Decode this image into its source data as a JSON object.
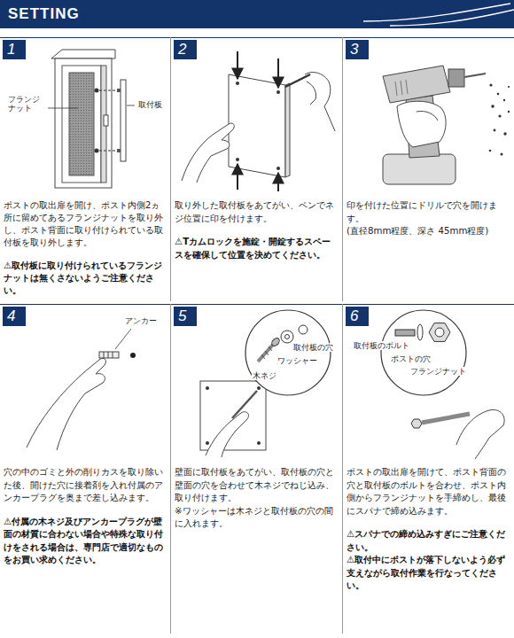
{
  "diagram": {
    "title": "SETTING",
    "nodes": [
      {
        "text": [
          "ポストの取出扉を開け、ポスト内側2ヵ所に留めてあるフランジナットを取り外し、ポスト背面に取り付けられている取付板を取り外します。",
          "⚠取付板に取り付けられているフランジナットは無くさないようご注意ください。"
        ]
      },
      {
        "text": [
          "1"
        ],
        "in": 0
      },
      {
        "text": [
          "取り外した取付板をあてがい、ペンでネジ位置に印を付けます。",
          "⚠Tカムロックを施錠・開錠するスペースを確保して位置を決めてください。"
        ]
      },
      {
        "text": [
          "2"
        ],
        "in": 2
      },
      {
        "text": [
          "印を付けた位置にドリルで穴を開けます。",
          "(直径8mm程度、深さ 45mm程度)"
        ]
      },
      {
        "text": [
          "3"
        ],
        "in": 4
      },
      {
        "text": [
          "穴の中のゴミと外の削りカスを取り除いた後、開けた穴に接着剤を入れ付属のアンカープラグを奥まで差し込みます。",
          "⚠付属の木ネジ及びアンカープラグが壁面の材質に合わない場合や特殊な取り付けをされる場合は、専門店で適切なものをお買い求めください。"
        ]
      },
      {
        "text": [
          "4"
        ],
        "in": 6
      },
      {
        "text": [
          "壁面に取付板をあてがい、取付板の穴と壁面の穴を合わせて木ネジでねじ込み、取り付けます。",
          "※ワッシャーは木ネジと取付板の穴の間に入れます。"
        ]
      },
      {
        "text": [
          "5"
        ],
        "in": 8
      },
      {
        "text": [
          "ポストの取出扉を開けて、ポスト背面の穴と取付板のボルトを合わせ、ポスト内側からフランジナットを手締めし、最後にスパナで締め込みます。",
          "⚠スパナでの締め込みすぎにご注意ください。",
          "⚠取付中にポストが落下しないよう必ず支えながら取付作業を行なってください。"
        ]
      },
      {
        "text": [
          "6"
        ],
        "in": 10
      }
    ],
    "labels": [
      "フランジ ナット",
      "取付板",
      "アンカー",
      "取付板の穴",
      "ワッシャー",
      "木ネジ",
      "取付板のボルト",
      "ポストの穴",
      "フランジナット"
    ]
  }
}
